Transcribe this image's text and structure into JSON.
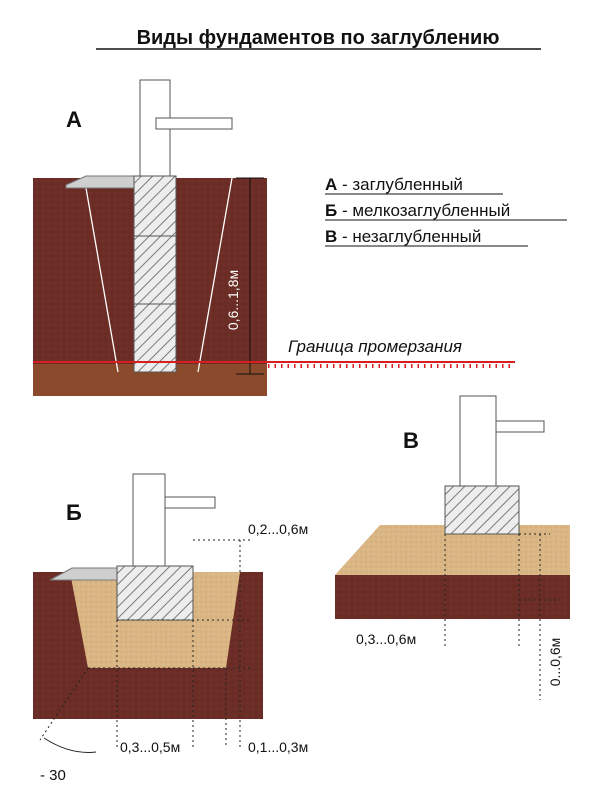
{
  "title": "Виды фундаментов по заглублению",
  "section_letters": {
    "a": "А",
    "b": "Б",
    "v": "В"
  },
  "legend": [
    {
      "letter": "А",
      "text": " - заглубленный"
    },
    {
      "letter": "Б",
      "text": " - мелкозаглубленный"
    },
    {
      "letter": "В",
      "text": " - незаглубленный"
    }
  ],
  "diagram_a": {
    "depth_label": "0,6...1,8м",
    "frost_line_label": "Граница промерзания"
  },
  "diagram_b": {
    "top_dim": "0,2...0,6м",
    "width_dim": "0,3...0,5м",
    "side_dim": "0,1...0,3м",
    "angle_label": "- 30"
  },
  "diagram_v": {
    "width_dim": "0,3...0,6м",
    "depth_dim": "0...0,6м"
  },
  "colors": {
    "soil": "#6b2d26",
    "soil_dark": "#5a241f",
    "sand": "#d9b684",
    "frost_line": "#d81e1e",
    "frozen_soil": "#8b4a2c",
    "hatch": "#888888"
  }
}
